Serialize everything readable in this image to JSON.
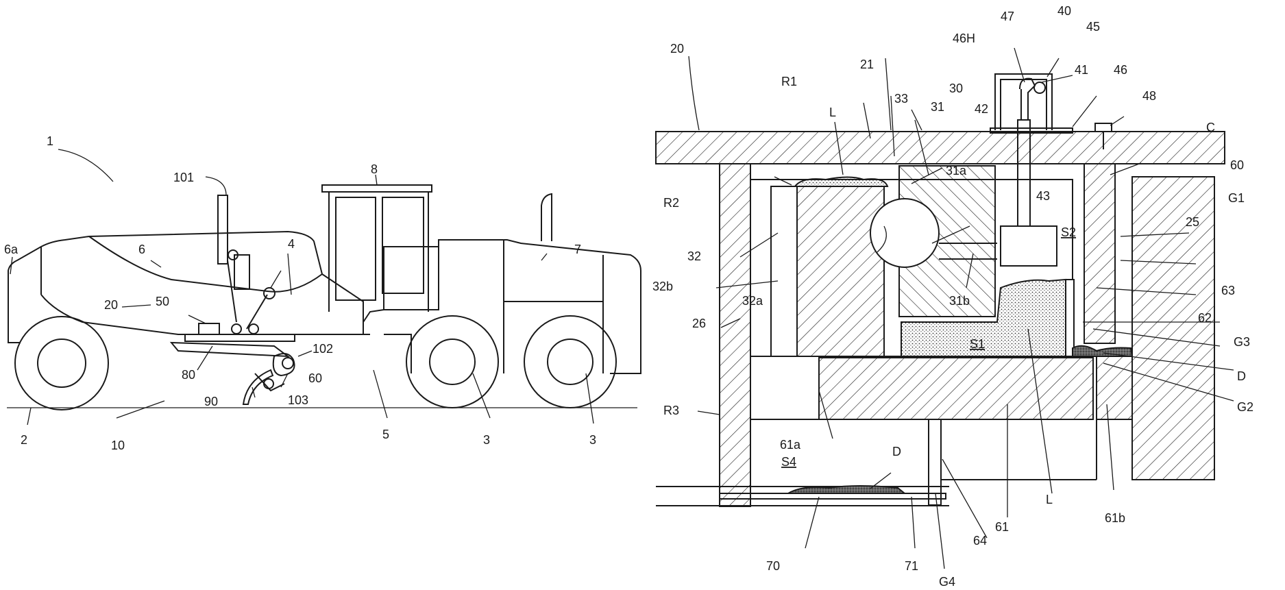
{
  "grader": {
    "labels": [
      {
        "id": "g-1",
        "text": "1"
      },
      {
        "id": "g-2",
        "text": "2"
      },
      {
        "id": "g-3a",
        "text": "3"
      },
      {
        "id": "g-3b",
        "text": "3"
      },
      {
        "id": "g-4",
        "text": "4"
      },
      {
        "id": "g-5",
        "text": "5"
      },
      {
        "id": "g-6",
        "text": "6"
      },
      {
        "id": "g-6a",
        "text": "6a"
      },
      {
        "id": "g-7",
        "text": "7"
      },
      {
        "id": "g-8",
        "text": "8"
      },
      {
        "id": "g-10",
        "text": "10"
      },
      {
        "id": "g-20",
        "text": "20"
      },
      {
        "id": "g-50",
        "text": "50"
      },
      {
        "id": "g-60",
        "text": "60"
      },
      {
        "id": "g-80",
        "text": "80"
      },
      {
        "id": "g-90",
        "text": "90"
      },
      {
        "id": "g-101",
        "text": "101"
      },
      {
        "id": "g-102",
        "text": "102"
      },
      {
        "id": "g-103",
        "text": "103"
      }
    ]
  },
  "section": {
    "labels": [
      {
        "id": "s-20",
        "text": "20"
      },
      {
        "id": "s-21",
        "text": "21"
      },
      {
        "id": "s-25",
        "text": "25"
      },
      {
        "id": "s-26",
        "text": "26"
      },
      {
        "id": "s-30",
        "text": "30"
      },
      {
        "id": "s-31",
        "text": "31"
      },
      {
        "id": "s-31a",
        "text": "31a"
      },
      {
        "id": "s-31b",
        "text": "31b"
      },
      {
        "id": "s-32",
        "text": "32"
      },
      {
        "id": "s-32a",
        "text": "32a"
      },
      {
        "id": "s-32b",
        "text": "32b"
      },
      {
        "id": "s-33",
        "text": "33"
      },
      {
        "id": "s-40",
        "text": "40"
      },
      {
        "id": "s-41",
        "text": "41"
      },
      {
        "id": "s-42",
        "text": "42"
      },
      {
        "id": "s-43",
        "text": "43"
      },
      {
        "id": "s-45",
        "text": "45"
      },
      {
        "id": "s-46",
        "text": "46"
      },
      {
        "id": "s-46H",
        "text": "46H"
      },
      {
        "id": "s-47",
        "text": "47"
      },
      {
        "id": "s-48",
        "text": "48"
      },
      {
        "id": "s-60",
        "text": "60"
      },
      {
        "id": "s-61",
        "text": "61"
      },
      {
        "id": "s-61a",
        "text": "61a"
      },
      {
        "id": "s-61b",
        "text": "61b"
      },
      {
        "id": "s-62",
        "text": "62"
      },
      {
        "id": "s-63",
        "text": "63"
      },
      {
        "id": "s-64",
        "text": "64"
      },
      {
        "id": "s-70",
        "text": "70"
      },
      {
        "id": "s-71",
        "text": "71"
      },
      {
        "id": "s-C",
        "text": "C"
      },
      {
        "id": "s-D1",
        "text": "D"
      },
      {
        "id": "s-D2",
        "text": "D"
      },
      {
        "id": "s-G1",
        "text": "G1"
      },
      {
        "id": "s-G2",
        "text": "G2"
      },
      {
        "id": "s-G3",
        "text": "G3"
      },
      {
        "id": "s-G4",
        "text": "G4"
      },
      {
        "id": "s-L1",
        "text": "L"
      },
      {
        "id": "s-L2",
        "text": "L"
      },
      {
        "id": "s-R1",
        "text": "R1"
      },
      {
        "id": "s-R2",
        "text": "R2"
      },
      {
        "id": "s-R3",
        "text": "R3"
      },
      {
        "id": "s-S1",
        "text": "S1"
      },
      {
        "id": "s-S2",
        "text": "S2"
      },
      {
        "id": "s-S4",
        "text": "S4"
      }
    ]
  }
}
